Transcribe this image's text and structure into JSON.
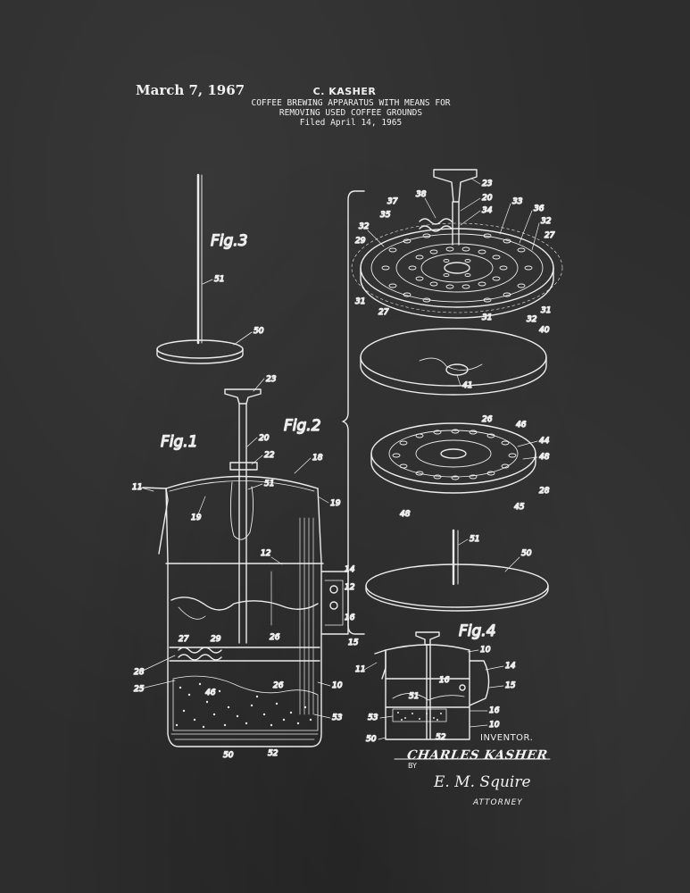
{
  "header": {
    "date": "March 7, 1967",
    "inventor": "C. KASHER",
    "title_line_1": "COFFEE BREWING APPARATUS WITH MEANS FOR",
    "title_line_2": "REMOVING USED COFFEE GROUNDS",
    "filed": "Filed April 14, 1965"
  },
  "figures": {
    "fig1": "Fig.1",
    "fig2": "Fig.2",
    "fig3": "Fig.3",
    "fig4": "Fig.4"
  },
  "reference_numerals": {
    "fig3": [
      "51",
      "50"
    ],
    "fig1": [
      "23",
      "20",
      "22",
      "18",
      "11",
      "51",
      "19",
      "19",
      "12",
      "14",
      "12",
      "16",
      "15",
      "27",
      "29",
      "26",
      "28",
      "25",
      "46",
      "26",
      "10",
      "53",
      "50",
      "52"
    ],
    "fig2": [
      "23",
      "38",
      "20",
      "34",
      "33",
      "36",
      "37",
      "35",
      "32",
      "29",
      "32",
      "27",
      "31",
      "27",
      "31",
      "31",
      "32",
      "40",
      "41",
      "26",
      "46",
      "44",
      "48",
      "28",
      "48",
      "45",
      "51",
      "50"
    ],
    "fig4": [
      "10",
      "11",
      "14",
      "16",
      "15",
      "51",
      "16",
      "53",
      "10",
      "50",
      "52"
    ]
  },
  "signature_block": {
    "inventor_label": "INVENTOR.",
    "inventor_name": "CHARLES KASHER",
    "by": "BY",
    "attorney_name": "E. M. Squire",
    "attorney_label": "ATTORNEY"
  }
}
